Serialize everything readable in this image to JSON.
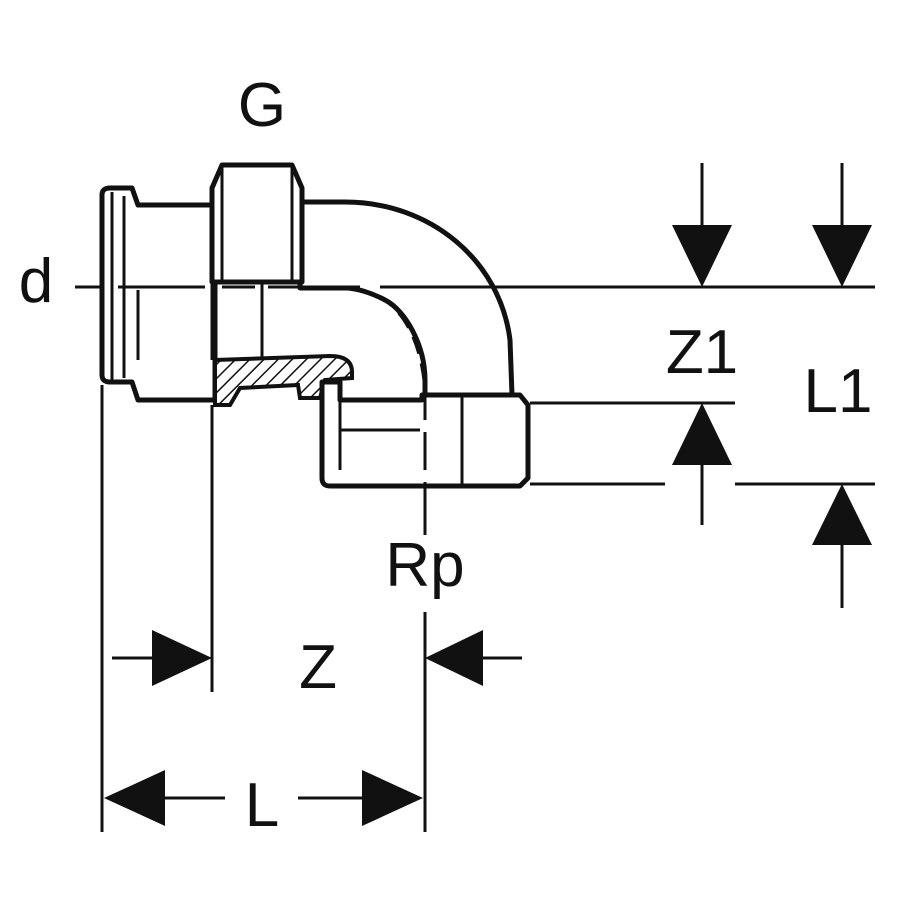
{
  "labels": {
    "g": "G",
    "d": "d",
    "z1": "Z1",
    "l1": "L1",
    "rp": "Rp",
    "z": "Z",
    "l": "L"
  },
  "colors": {
    "ink": "#111111",
    "background": "#ffffff"
  }
}
